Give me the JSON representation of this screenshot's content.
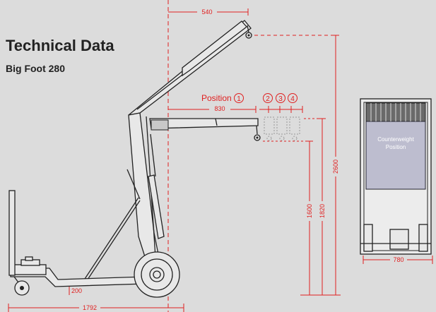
{
  "header": {
    "title": "Technical Data",
    "subtitle": "Big Foot 280"
  },
  "dimensions": {
    "top_width": "540",
    "jib_reach": "830",
    "height_max": "2600",
    "height_1820": "1820",
    "height_1600": "1600",
    "ground_clearance": "200",
    "base_length": "1792",
    "base_width": "780"
  },
  "positions": {
    "label": "Position",
    "numbers": [
      "1",
      "2",
      "3",
      "4"
    ]
  },
  "counterweight": {
    "line1": "Counterweight",
    "line2": "Position"
  },
  "colors": {
    "background": "#dcdcdc",
    "dimension": "#e02020",
    "outline": "#222222",
    "counterweight_text": "#2a2aa0"
  }
}
